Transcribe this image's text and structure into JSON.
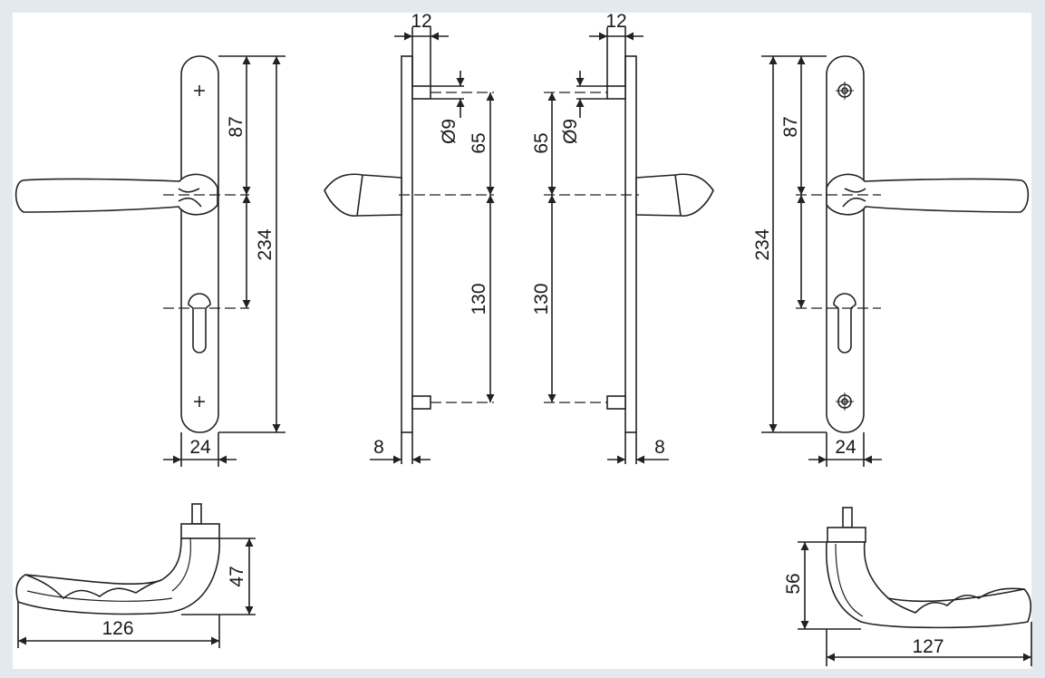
{
  "drawings": {
    "front_view_left": {
      "dims": {
        "to_spindle": "87",
        "total_height": "234",
        "width": "24"
      }
    },
    "side_view_left": {
      "dims": {
        "spindle": "12",
        "screw_diameter": "Ø9",
        "spindle_to_top_screw": "65",
        "spindle_to_bottom_screw": "130",
        "plate_thickness": "8"
      }
    },
    "side_view_right": {
      "dims": {
        "spindle": "12",
        "screw_diameter": "Ø9",
        "spindle_to_top_screw": "65",
        "spindle_to_bottom_screw": "130",
        "plate_thickness": "8"
      }
    },
    "front_view_right": {
      "dims": {
        "to_spindle": "87",
        "total_height": "234",
        "width": "24"
      }
    },
    "lever_top_left": {
      "dims": {
        "height": "47",
        "length": "126"
      }
    },
    "lever_top_right": {
      "dims": {
        "height": "56",
        "length": "127"
      }
    }
  }
}
